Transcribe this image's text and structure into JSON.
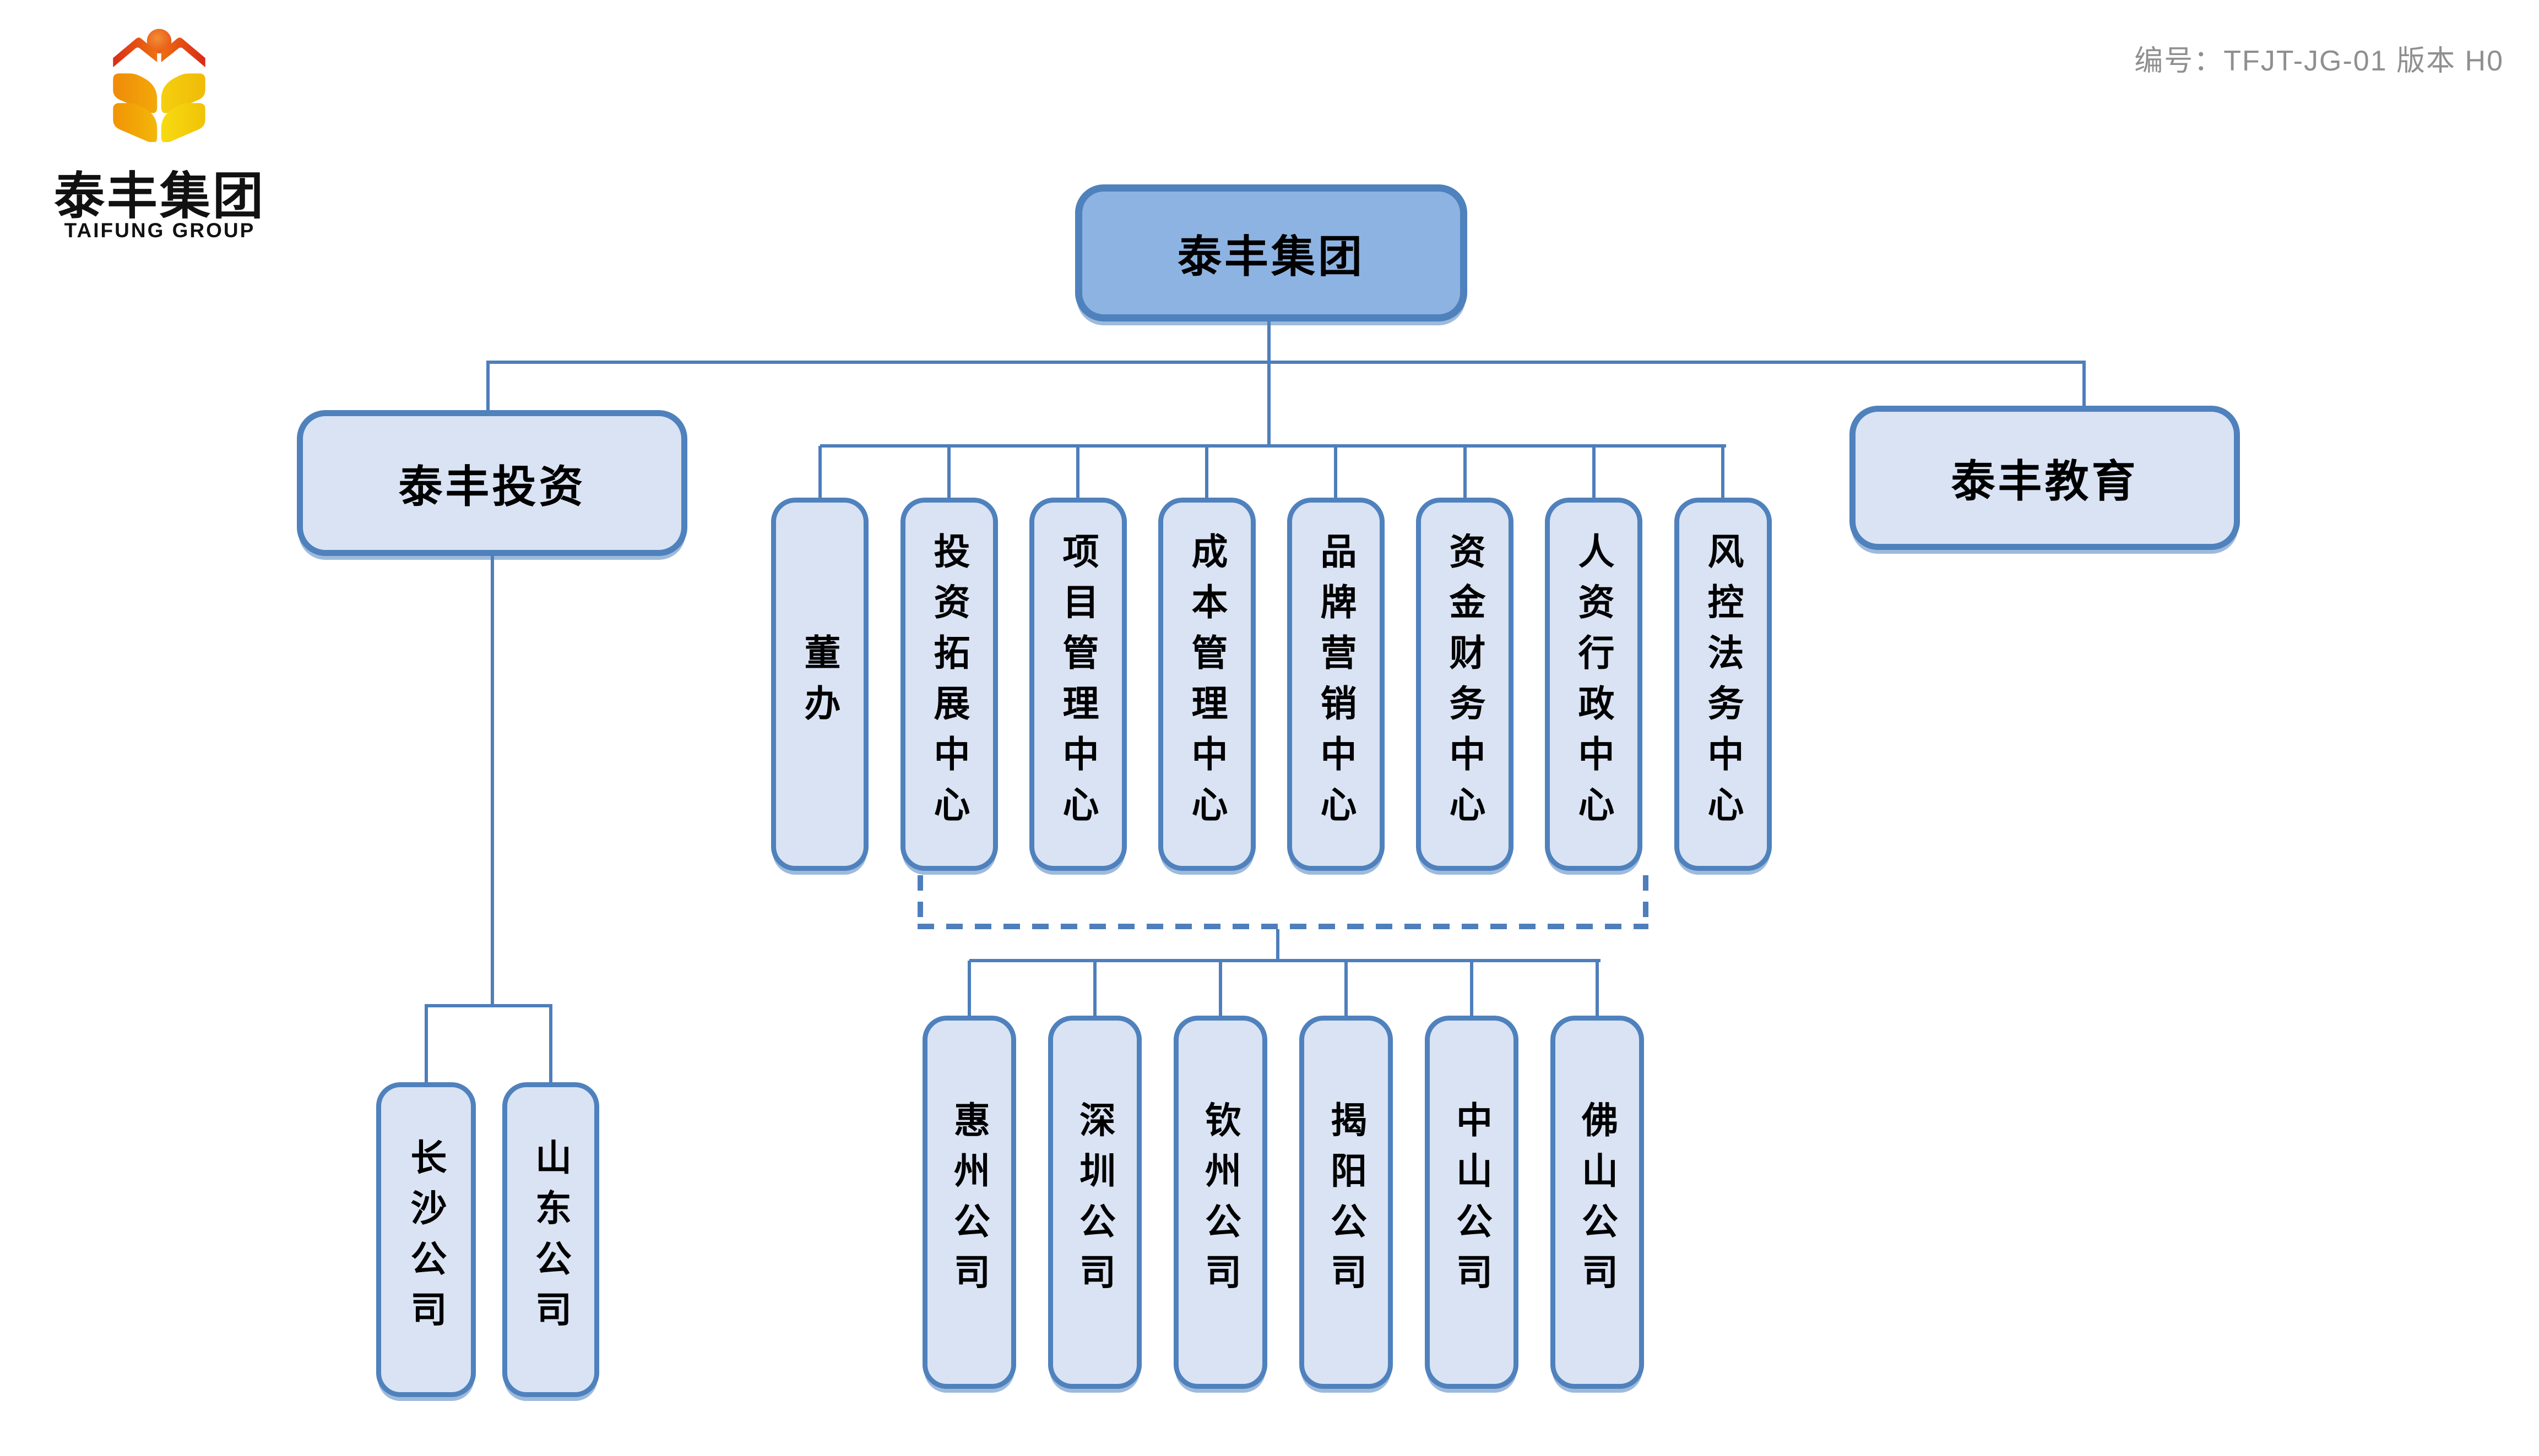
{
  "header": {
    "logo_cn": "泰丰集团",
    "logo_en": "TAIFUNG GROUP",
    "doc_code": "编号：TFJT-JG-01  版本 H0"
  },
  "org": {
    "root_label": "泰丰集团",
    "invest_label": "泰丰投资",
    "edu_label": "泰丰教育",
    "departments": [
      "董办",
      "投资拓展中心",
      "项目管理中心",
      "成本管理中心",
      "品牌营销中心",
      "资金财务中心",
      "人资行政中心",
      "风控法务中心"
    ],
    "invest_children": [
      "长沙公司",
      "山东公司"
    ],
    "subsidiaries": [
      "惠州公司",
      "深圳公司",
      "钦州公司",
      "揭阳公司",
      "中山公司",
      "佛山公司"
    ]
  },
  "colors": {
    "root_fill": "#8DB3E2",
    "node_fill": "#D9E3F3",
    "node_border": "#4F81BD",
    "connector": "#4E7EBB",
    "doc_code_text": "#8F8F8F",
    "logo_red": "#DD3412",
    "logo_orange": "#F09005",
    "logo_yellow": "#F3CF0E"
  }
}
